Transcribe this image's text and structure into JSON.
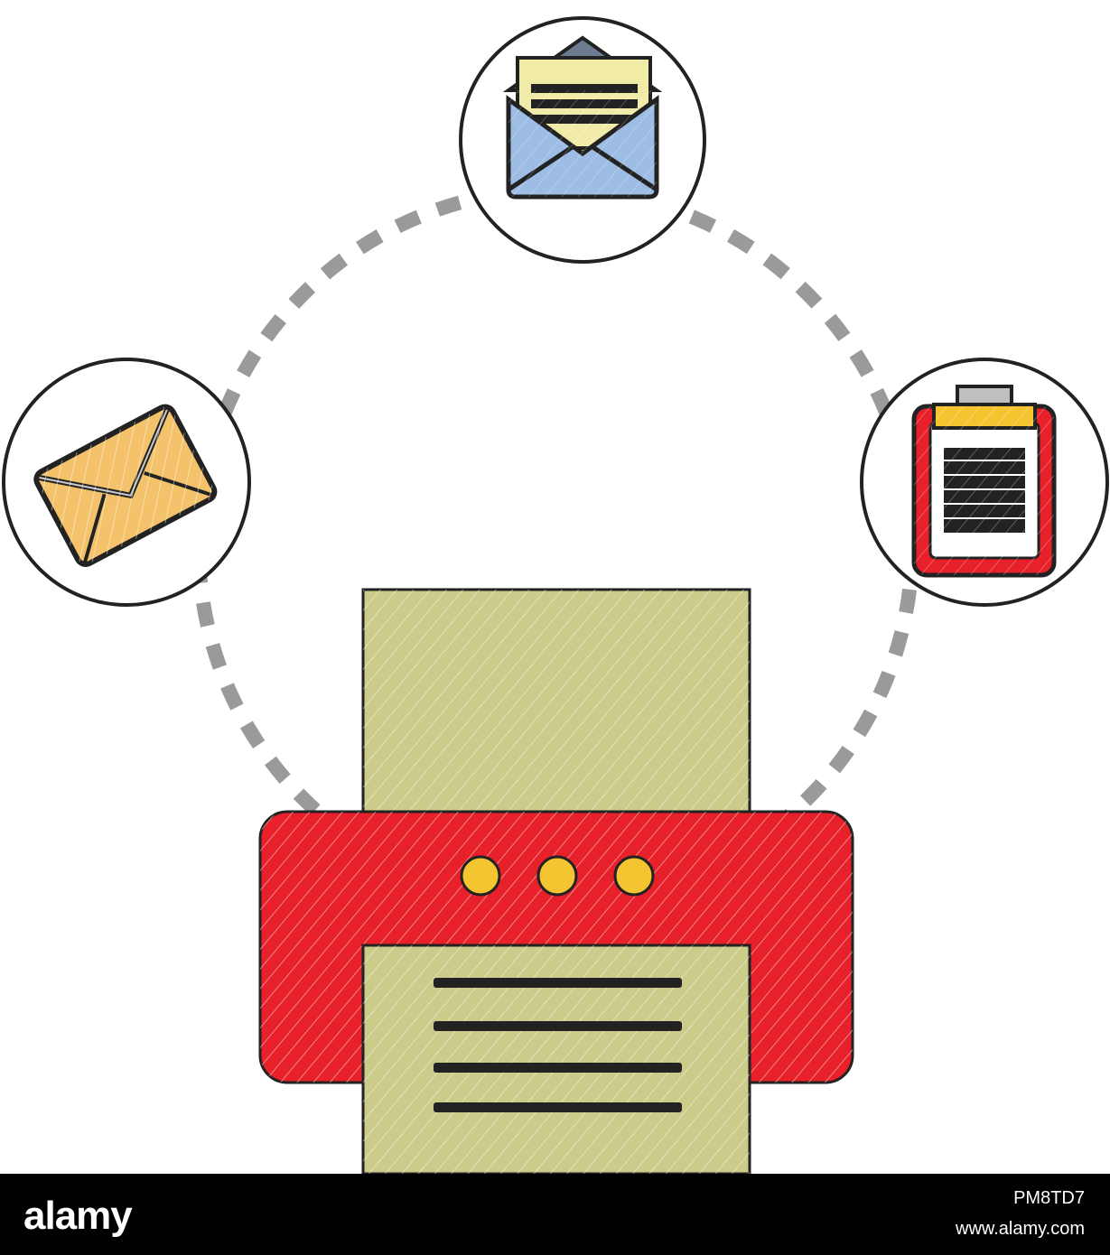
{
  "colors": {
    "printer_body": "#e8202a",
    "paper": "#cbcb8a",
    "paper_dark": "#b8b874",
    "button": "#f5c531",
    "envelope_closed": "#f3c26a",
    "envelope_open": "#9dbde4",
    "letter": "#f1eba8",
    "clipboard": "#e8202a",
    "clipboard_clip": "#f5c531",
    "dash": "#9a9a9a",
    "outline": "#222222",
    "footer_bg": "#000000",
    "footer_text": "#ffffff"
  },
  "icons": {
    "left": "closed-envelope-icon",
    "top": "open-envelope-with-letter-icon",
    "right": "clipboard-icon",
    "center": "printer-icon"
  },
  "footer": {
    "brand": "alamy",
    "image_id": "PM8TD7",
    "url": "www.alamy.com"
  }
}
